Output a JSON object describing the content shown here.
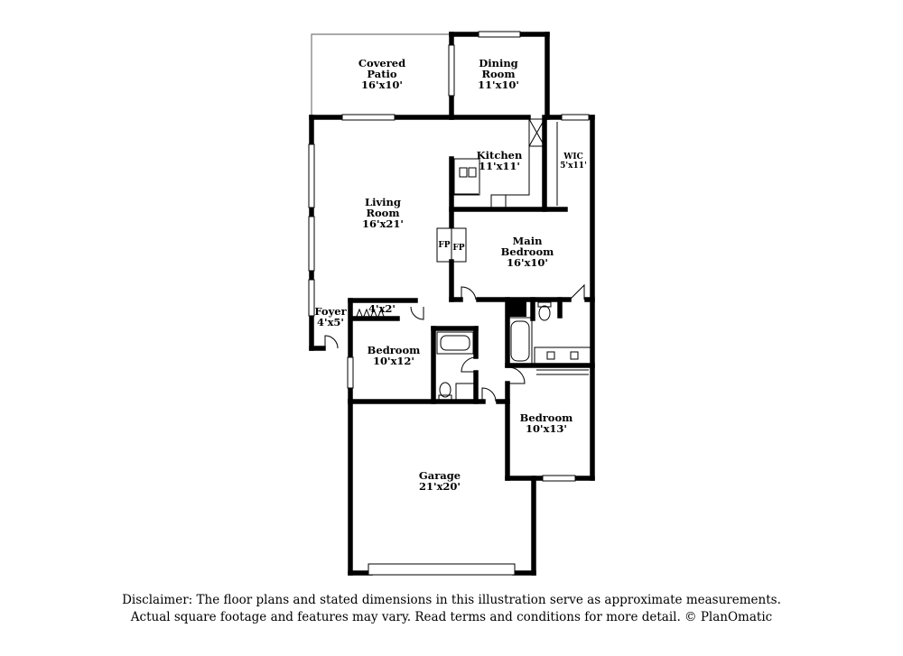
{
  "rooms": {
    "covered_patio": {
      "name_1": "Covered",
      "name_2": "Patio",
      "size": "16'x10'"
    },
    "dining_room": {
      "name_1": "Dining",
      "name_2": "Room",
      "size": "11'x10'"
    },
    "kitchen": {
      "name": "Kitchen",
      "size": "11'x11'"
    },
    "wic": {
      "name": "WIC",
      "size": "5'x11'"
    },
    "living_room": {
      "name_1": "Living",
      "name_2": "Room",
      "size": "16'x21'"
    },
    "main_bedroom": {
      "name_1": "Main",
      "name_2": "Bedroom",
      "size": "16'x10'"
    },
    "foyer": {
      "name": "Foyer",
      "size": "4'x5'"
    },
    "closet": {
      "size": "4'x2'"
    },
    "bedroom_left": {
      "name": "Bedroom",
      "size": "10'x12'"
    },
    "bedroom_right": {
      "name": "Bedroom",
      "size": "10'x13'"
    },
    "garage": {
      "name": "Garage",
      "size": "21'x20'"
    }
  },
  "fireplace": {
    "label_1": "FP",
    "label_2": "FP"
  },
  "disclaimer": {
    "line_1": "Disclaimer: The floor plans and stated dimensions in this illustration serve as approximate measurements.",
    "line_2": "Actual square footage and features may vary. Read terms and conditions for more detail. © PlanOmatic"
  }
}
